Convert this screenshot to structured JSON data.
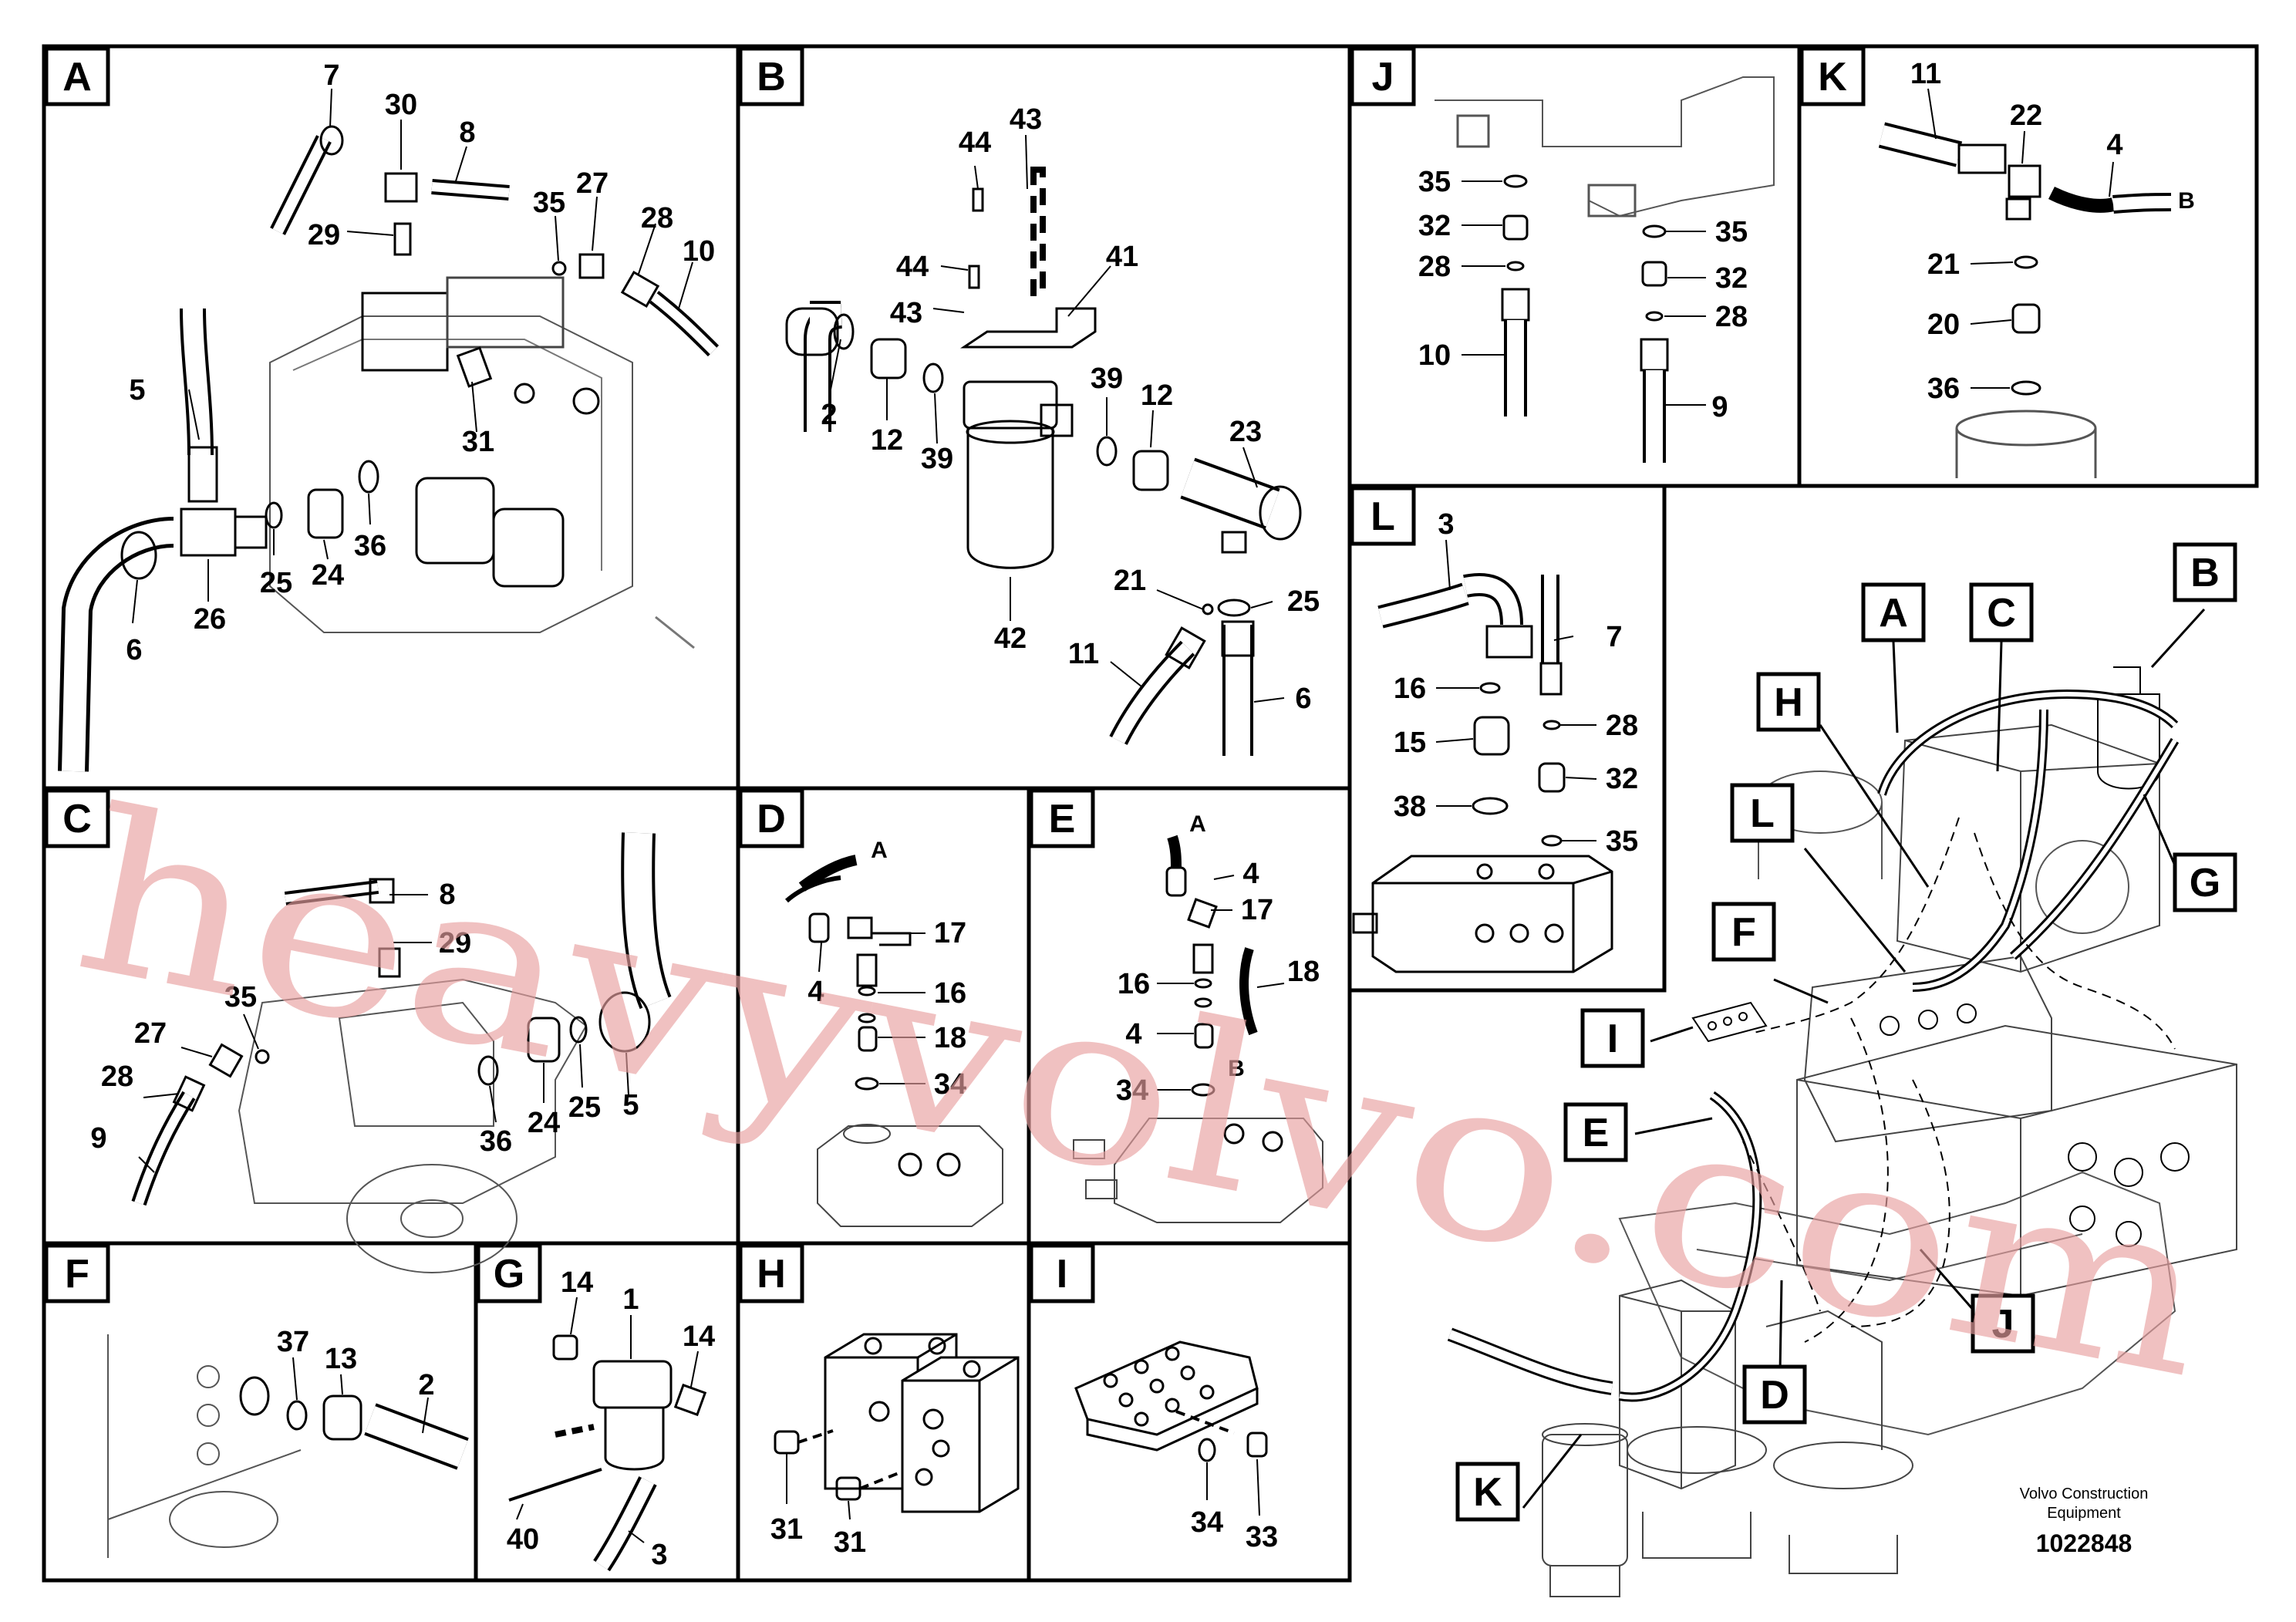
{
  "panels": [
    {
      "id": "A",
      "labels": [
        "7",
        "30",
        "8",
        "29",
        "35",
        "27",
        "28",
        "10",
        "5",
        "31",
        "25",
        "24",
        "36",
        "26",
        "6"
      ]
    },
    {
      "id": "B",
      "labels": [
        "43",
        "44",
        "44",
        "41",
        "43",
        "2",
        "12",
        "39",
        "39",
        "12",
        "23",
        "42",
        "21",
        "25",
        "11",
        "6"
      ]
    },
    {
      "id": "J",
      "labels": [
        "35",
        "32",
        "28",
        "10",
        "35",
        "32",
        "28",
        "9"
      ]
    },
    {
      "id": "K",
      "labels": [
        "11",
        "22",
        "4",
        "B",
        "21",
        "20",
        "36"
      ]
    },
    {
      "id": "L",
      "labels": [
        "3",
        "7",
        "16",
        "28",
        "15",
        "32",
        "38",
        "35"
      ]
    },
    {
      "id": "C",
      "labels": [
        "8",
        "29",
        "35",
        "27",
        "28",
        "9",
        "36",
        "24",
        "25",
        "5"
      ]
    },
    {
      "id": "D",
      "labels": [
        "A",
        "17",
        "4",
        "16",
        "18",
        "34"
      ]
    },
    {
      "id": "E",
      "labels": [
        "A",
        "4",
        "17",
        "16",
        "18",
        "4",
        "B",
        "34"
      ]
    },
    {
      "id": "F",
      "labels": [
        "37",
        "13",
        "2"
      ]
    },
    {
      "id": "G",
      "labels": [
        "14",
        "1",
        "14",
        "40",
        "3"
      ]
    },
    {
      "id": "H",
      "labels": [
        "31",
        "31"
      ]
    },
    {
      "id": "I",
      "labels": [
        "34",
        "33"
      ]
    }
  ],
  "overview_callouts": [
    "A",
    "C",
    "B",
    "H",
    "L",
    "G",
    "F",
    "I",
    "E",
    "J",
    "D",
    "K"
  ],
  "watermark": "heavyvolvo.com",
  "footer": {
    "company_line1": "Volvo Construction",
    "company_line2": "Equipment",
    "drawing_number": "1022848"
  }
}
